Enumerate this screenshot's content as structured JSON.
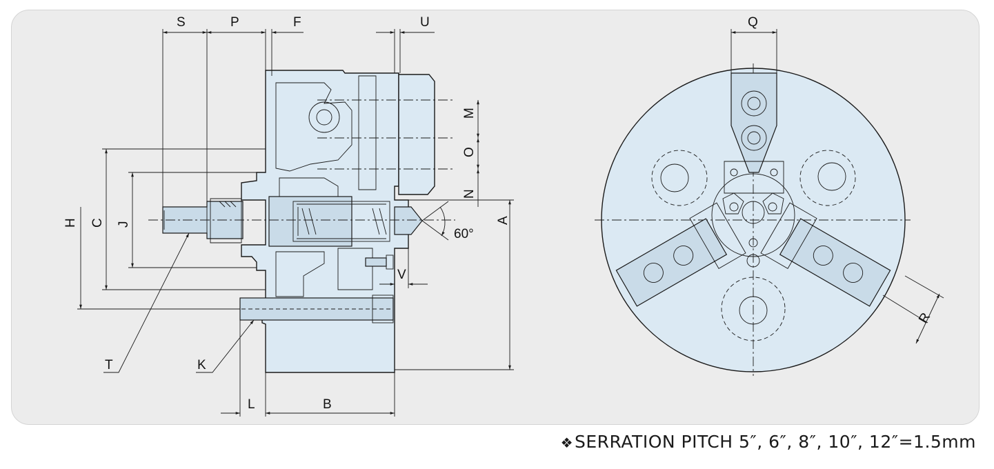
{
  "side_view": {
    "labels": {
      "S": "S",
      "P": "P",
      "F": "F",
      "U": "U",
      "M": "M",
      "O": "O",
      "N": "N",
      "A": "A",
      "H": "H",
      "C": "C",
      "J": "J",
      "V": "V",
      "T": "T",
      "K": "K",
      "L": "L",
      "B": "B",
      "angle": "60°"
    }
  },
  "front_view": {
    "labels": {
      "Q": "Q",
      "R": "R"
    }
  },
  "caption": {
    "mark": "❖",
    "text": "SERRATION PITCH 5″, 6″, 8″, 10″, 12″=1.5mm"
  },
  "colors": {
    "body_fill": "#dbe9f3",
    "panel": "#ececec",
    "line": "#1a1a1a"
  }
}
